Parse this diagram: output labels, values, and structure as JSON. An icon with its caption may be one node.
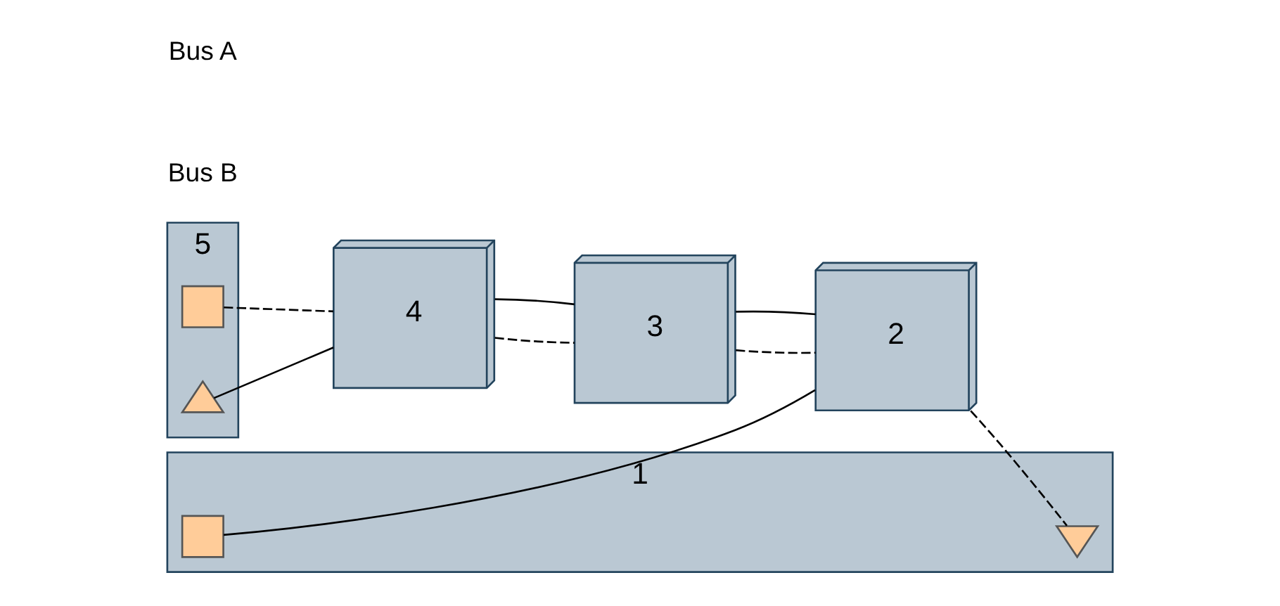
{
  "diagram": {
    "nodes": [
      {
        "text": [
          "5"
        ]
      },
      {
        "text": [],
        "shape": "box",
        "in": 0
      },
      {
        "text": [],
        "shape": "triangle",
        "in": 0
      },
      {
        "text": [
          "4"
        ]
      },
      {
        "text": [
          "3"
        ]
      },
      {
        "text": [
          "2"
        ]
      },
      {
        "text": [
          "1"
        ]
      },
      {
        "text": [],
        "shape": "triangle",
        "in": 6
      },
      {
        "text": [],
        "shape": "box",
        "in": 6
      }
    ],
    "edges": [
      {
        "from": 1,
        "to": 3,
        "arrow": "none",
        "style": "dashed"
      },
      {
        "from": 3,
        "to": 4,
        "arrow": "none",
        "style": "dashed"
      },
      {
        "from": 4,
        "to": 5,
        "arrow": "none",
        "style": "dashed"
      },
      {
        "from": 5,
        "to": 7,
        "arrow": "none",
        "style": "dashed"
      },
      {
        "from": 8,
        "to": 5,
        "arrow": "none"
      },
      {
        "from": 5,
        "to": 4,
        "arrow": "none"
      },
      {
        "from": 4,
        "to": 3,
        "arrow": "none"
      },
      {
        "from": 3,
        "to": 2,
        "arrow": "none"
      }
    ],
    "labels": [
      "Bus B",
      "Bus A"
    ]
  }
}
